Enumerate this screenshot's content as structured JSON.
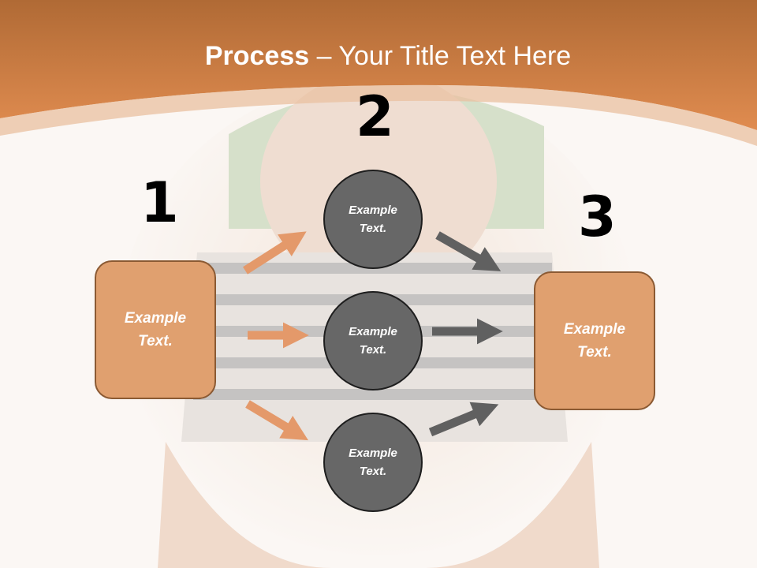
{
  "title": {
    "bold": "Process",
    "rest": " – Your Title Text Here"
  },
  "steps": [
    {
      "number": "1",
      "text": "Example Text."
    },
    {
      "number": "2",
      "circles": [
        "Example Text.",
        "Example Text.",
        "Example Text."
      ]
    },
    {
      "number": "3",
      "text": "Example Text."
    }
  ],
  "colors": {
    "header": "#d5824a",
    "box": "#e0a06f",
    "circle": "#676767",
    "arrow_in": "#e4996a",
    "arrow_out": "#606060"
  }
}
